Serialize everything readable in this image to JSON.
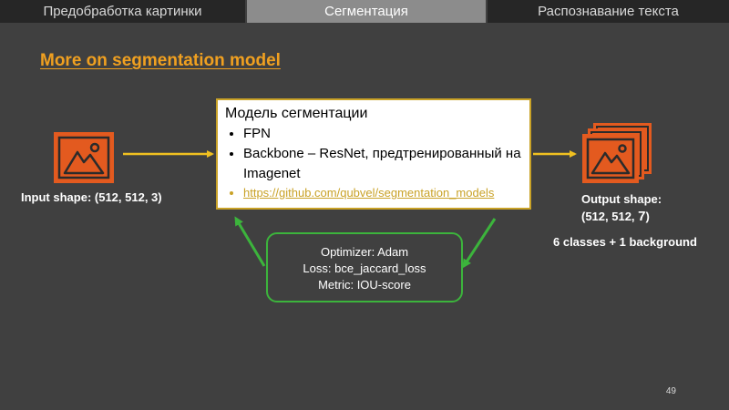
{
  "tabs": [
    {
      "label": "Предобработка картинки"
    },
    {
      "label": "Сегментация"
    },
    {
      "label": "Распознавание текста"
    }
  ],
  "title": "More on segmentation model",
  "model": {
    "heading": "Модель сегментации",
    "items": [
      "FPN",
      "Backbone – ResNet, предтренированный на Imagenet"
    ],
    "link": "https://github.com/qubvel/segmentation_models"
  },
  "input": {
    "label": "Input shape: (512, 512, 3)"
  },
  "output": {
    "label_line1": "Output shape:",
    "label_line2_prefix": "(512, 512, ",
    "label_line2_bold": "7",
    "label_line2_suffix": ")",
    "classes": "6 classes + 1 background"
  },
  "training": {
    "lines": [
      "Optimizer: Adam",
      "Loss: bce_jaccard_loss",
      "Metric: IOU-score"
    ]
  },
  "page_number": "49",
  "colors": {
    "accent": "#f0a020",
    "icon_orange": "#e35a1f",
    "green": "#3cb43c",
    "gold": "#c9a227"
  },
  "icons": [
    "image-icon",
    "image-stack-icon"
  ]
}
